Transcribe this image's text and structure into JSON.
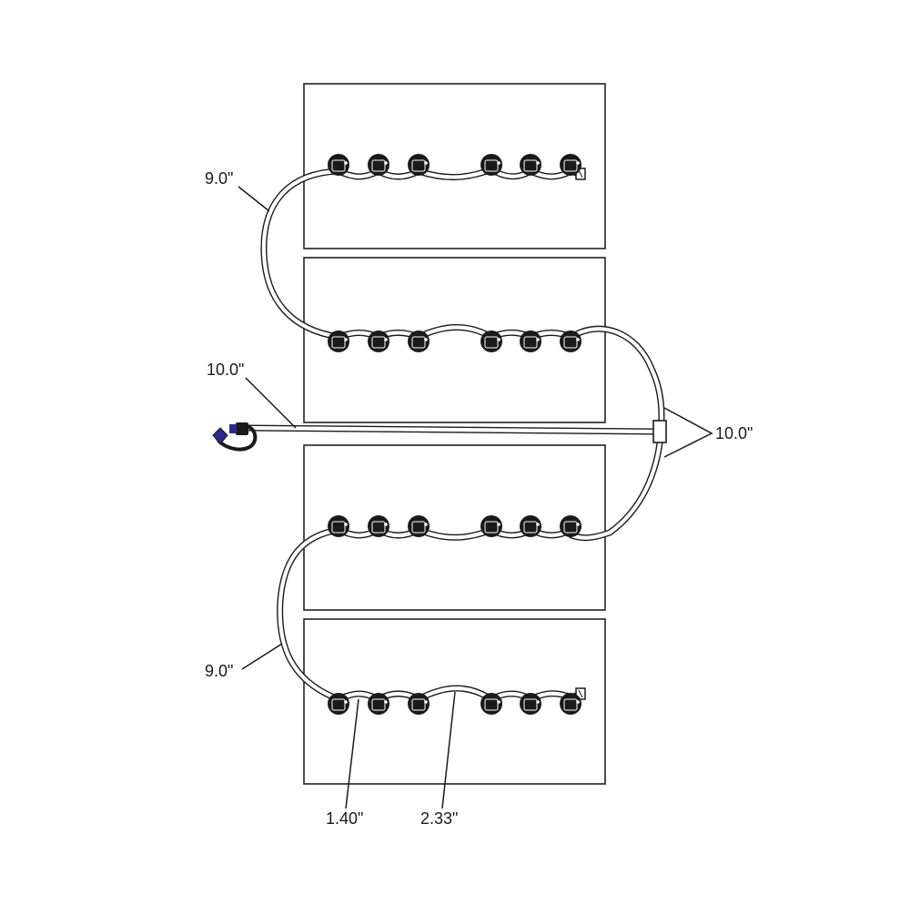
{
  "colors": {
    "line": "#1a1a1a",
    "panel_stroke": "#222222",
    "led": "#1a1a1a",
    "connector_accent": "#2a2a8a"
  },
  "panels": [
    "panel-1",
    "panel-2",
    "panel-3",
    "panel-4"
  ],
  "leds_per_panel": 6,
  "dimensions": {
    "jumper_top_left": "9.0\"",
    "lead_in": "10.0\"",
    "tee_branches": "10.0\"",
    "jumper_bottom_left": "9.0\"",
    "led_pitch": "1.40\"",
    "group_gap": "2.33\""
  }
}
